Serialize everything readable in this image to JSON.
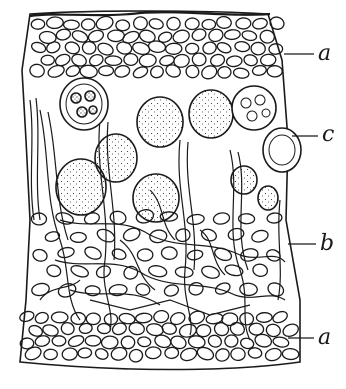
{
  "figure": {
    "labels": {
      "a_top": "a",
      "c": "c",
      "b": "b",
      "a_bottom": "a"
    },
    "colors": {
      "ink": "#1a1a1a",
      "paper": "#ffffff"
    }
  }
}
